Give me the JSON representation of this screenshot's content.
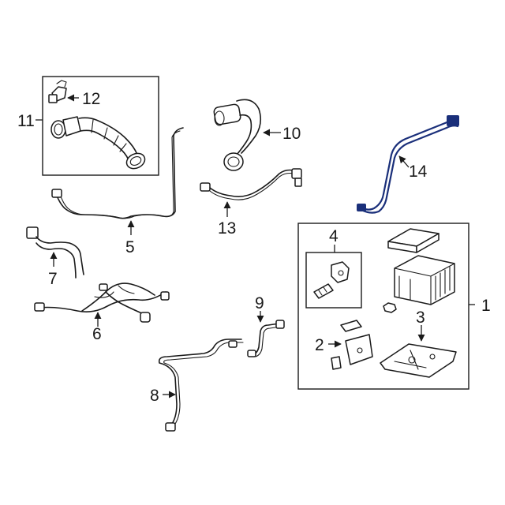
{
  "diagram": {
    "accent_color": "#1a2f7a",
    "callouts": {
      "c1": "1",
      "c2": "2",
      "c3": "3",
      "c4": "4",
      "c5": "5",
      "c6": "6",
      "c7": "7",
      "c8": "8",
      "c9": "9",
      "c10": "10",
      "c11": "11",
      "c12": "12",
      "c13": "13",
      "c14": "14"
    }
  }
}
